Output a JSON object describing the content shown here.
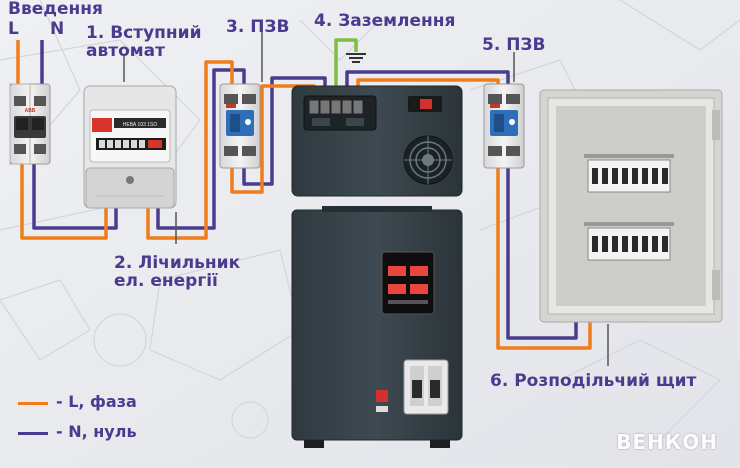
{
  "colors": {
    "phase": "#f07d1a",
    "neutral": "#4b3b8f",
    "ground": "#7fbf3f",
    "label": "#4b3b8f",
    "background": "#e9eaee"
  },
  "labels": {
    "input": "Введення",
    "l": "L",
    "n": "N",
    "step1_line1": "1. Вступний",
    "step1_line2": "автомат",
    "step2_line1": "2. Лічильник",
    "step2_line2": "ел. енергії",
    "step3": "3. ПЗВ",
    "step4": "4. Заземлення",
    "step5": "5. ПЗВ",
    "step6": "6. Розподільчий щит"
  },
  "legend": {
    "phase": "- L, фаза",
    "neutral": "- N, нуль"
  },
  "meter_text": "НЕВА 103 1SO",
  "brand": "ВЕНКОН"
}
